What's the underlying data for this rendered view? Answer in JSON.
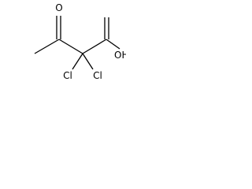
{
  "molecule": {
    "atoms": {
      "ketone_oxygen": "O",
      "hydroxyl": "OH",
      "chlorine_left": "Cl",
      "chlorine_right": "Cl"
    }
  }
}
